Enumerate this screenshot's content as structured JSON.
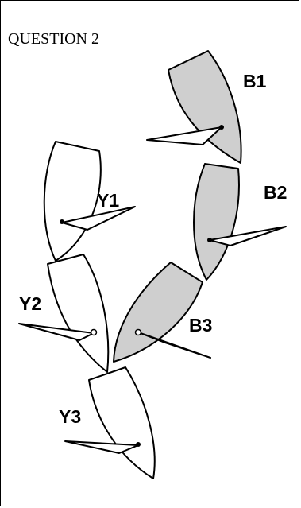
{
  "title": "QUESTION 2",
  "boats": [
    {
      "id": "B1",
      "label": "B1",
      "team": "blue"
    },
    {
      "id": "B2",
      "label": "B2",
      "team": "blue"
    },
    {
      "id": "B3",
      "label": "B3",
      "team": "blue"
    },
    {
      "id": "Y1",
      "label": "Y1",
      "team": "yellow"
    },
    {
      "id": "Y2",
      "label": "Y2",
      "team": "yellow"
    },
    {
      "id": "Y3",
      "label": "Y3",
      "team": "yellow"
    }
  ],
  "colors": {
    "blue_hull_fill": "#cfcfcf",
    "yellow_hull_fill": "#ffffff",
    "outline": "#000000"
  }
}
